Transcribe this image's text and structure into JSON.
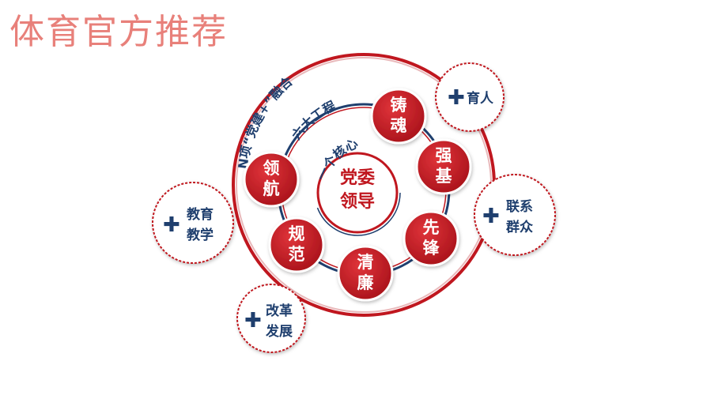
{
  "watermark": "体育官方推荐",
  "outer_ring_label": "N项“党建+”融合",
  "middle_ring_label": "六大工程",
  "inner_ring_label": "一个核心",
  "core": {
    "line1": "党委",
    "line2": "领导"
  },
  "projects": [
    {
      "id": "zhuhun",
      "line1": "铸",
      "line2": "魂"
    },
    {
      "id": "qiangji",
      "line1": "强",
      "line2": "基"
    },
    {
      "id": "xianfeng",
      "line1": "先",
      "line2": "锋"
    },
    {
      "id": "qinglian",
      "line1": "清",
      "line2": "廉"
    },
    {
      "id": "guifan",
      "line1": "规",
      "line2": "范"
    },
    {
      "id": "linghang",
      "line1": "领",
      "line2": "航"
    }
  ],
  "satellites": [
    {
      "id": "yuren",
      "line1": "育人",
      "line2": ""
    },
    {
      "id": "lianxi",
      "line1": "联系",
      "line2": "群众"
    },
    {
      "id": "gaige",
      "line1": "改革",
      "line2": "发展"
    },
    {
      "id": "jiaoyu",
      "line1": "教育",
      "line2": "教学"
    }
  ],
  "plus_symbol": "✚",
  "colors": {
    "red": "#c0171f",
    "navy": "#1f3f6e",
    "watermark": "#e8807a"
  }
}
